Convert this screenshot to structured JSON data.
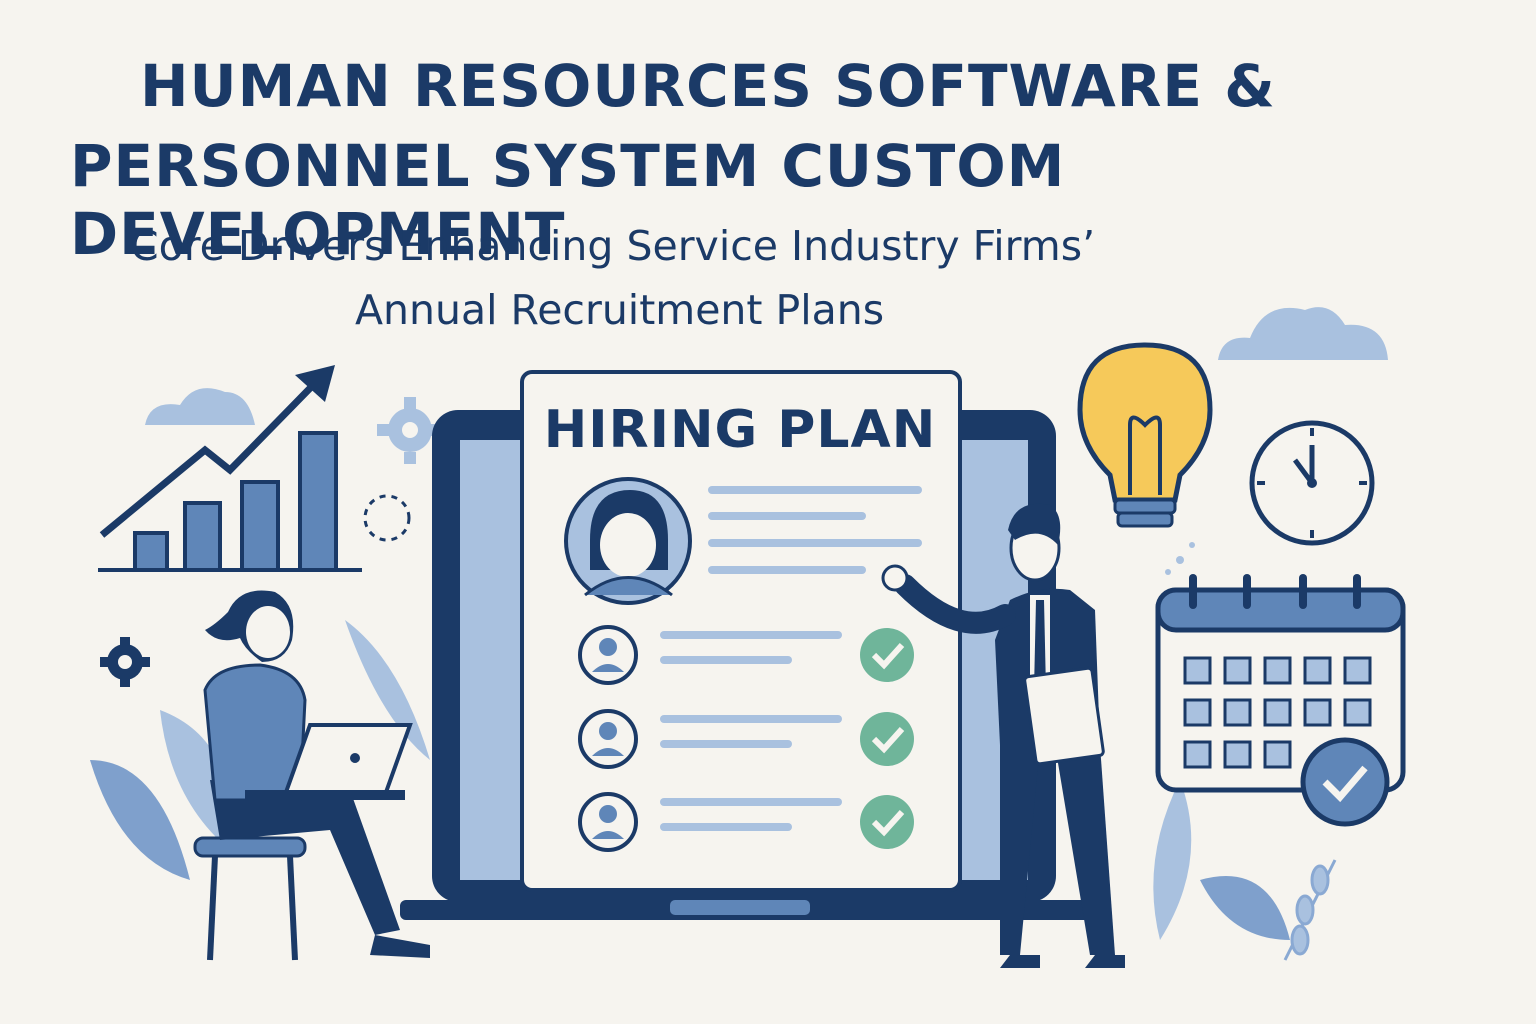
{
  "header": {
    "title_line1": "HUMAN RESOURCES SOFTWARE &",
    "title_line2": "PERSONNEL SYSTEM CUSTOM DEVELOPMENT",
    "subtitle_line1": "Core Drivers Enhancing Service Industry Firms’",
    "subtitle_line2": "Annual Recruitment Plans"
  },
  "document": {
    "heading": "HIRING PLAN",
    "candidates_checked": 3
  },
  "icons": [
    "growth-chart-icon",
    "gear-icon",
    "lightbulb-icon",
    "clock-icon",
    "calendar-check-icon",
    "cloud-icon",
    "check-icon"
  ],
  "colors": {
    "navy": "#1b3a67",
    "blue": "#5f86b8",
    "light_blue": "#a9c1df",
    "green": "#6fb59a",
    "yellow": "#f6c95a",
    "background": "#f6f4ef"
  }
}
